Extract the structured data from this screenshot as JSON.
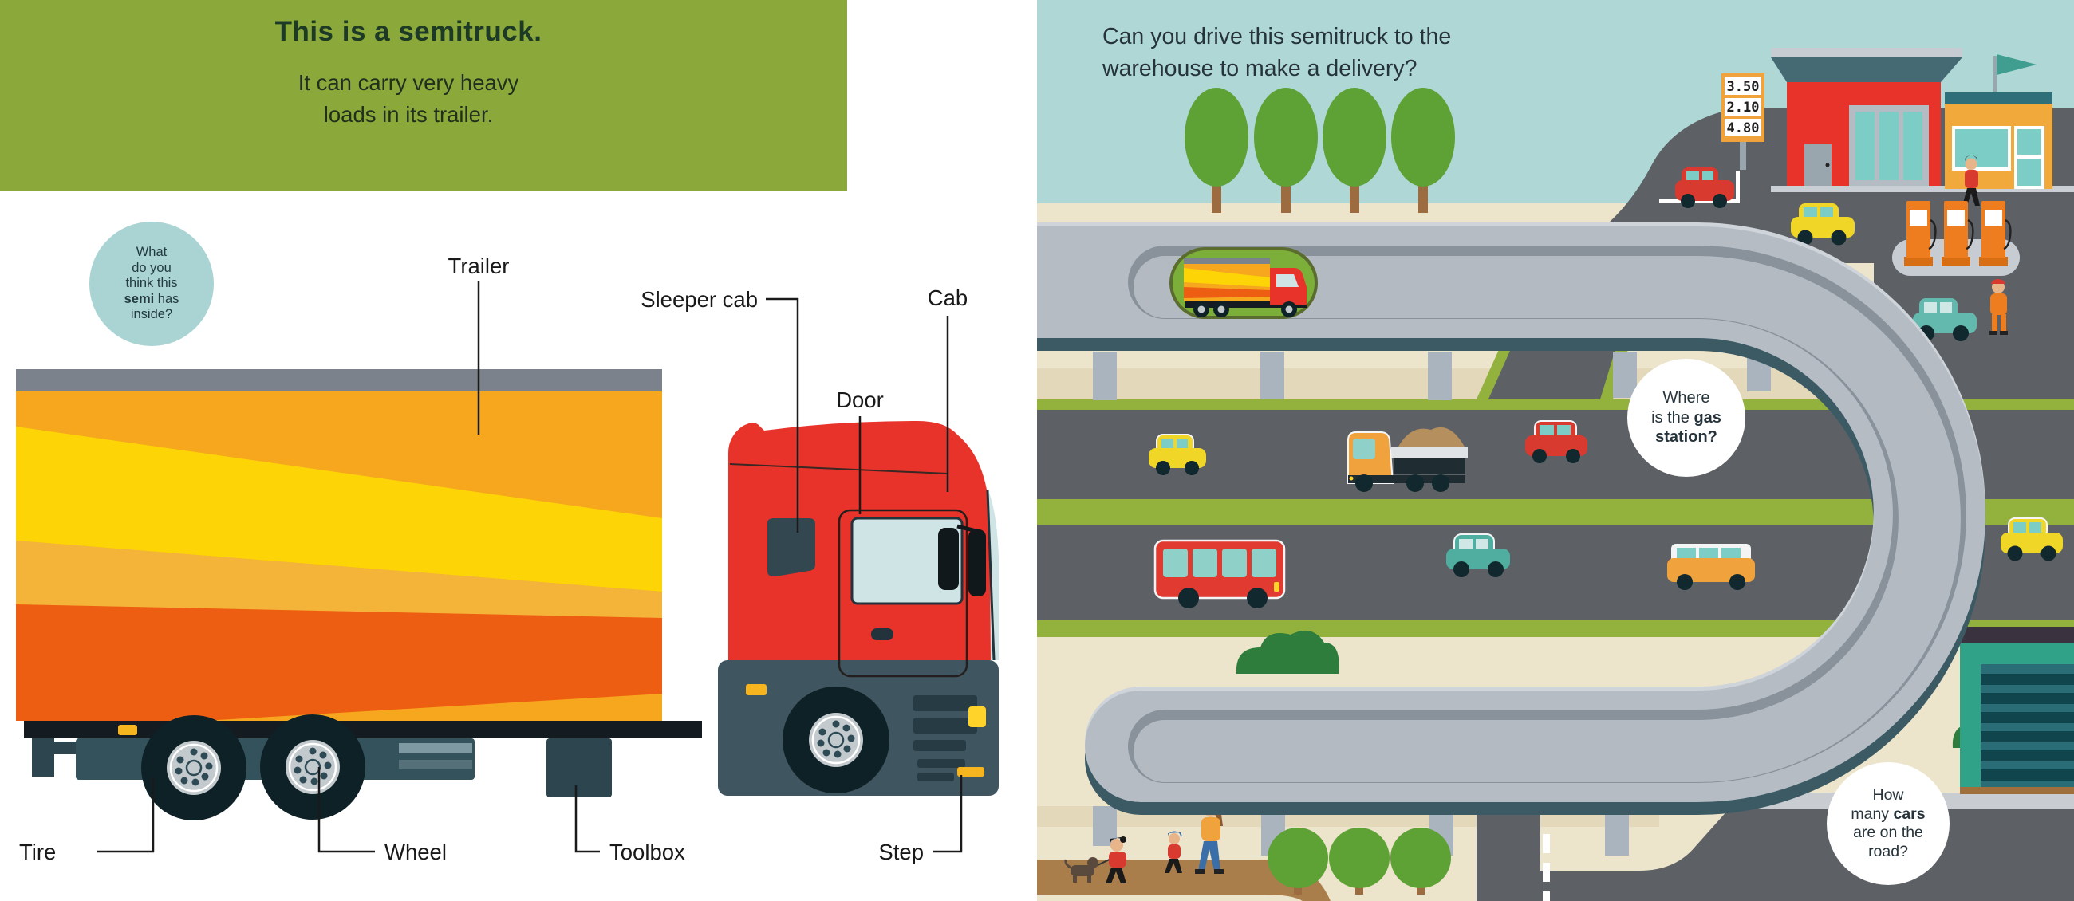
{
  "left_page": {
    "header": {
      "title": "This is a semitruck.",
      "subtitle_line1": "It can carry very heavy",
      "subtitle_line2": "loads in its trailer."
    },
    "bubble": {
      "l1": "What",
      "l2": "do you",
      "l3": "think this",
      "l4_bold": "semi",
      "l4_rest": " has",
      "l5": "inside?"
    },
    "labels": {
      "trailer": "Trailer",
      "sleeper_cab": "Sleeper cab",
      "cab": "Cab",
      "door": "Door",
      "tire": "Tire",
      "wheel": "Wheel",
      "toolbox": "Toolbox",
      "step": "Step"
    }
  },
  "right_page": {
    "question_line1": "Can you drive this semitruck to the",
    "question_line2": "warehouse to make a delivery?",
    "gas_sign": {
      "price1": "3.50",
      "price2": "2.10",
      "price3": "4.80"
    },
    "bubble_gas": {
      "l1": "Where",
      "l2_rest": "is the ",
      "l2_bold": "gas",
      "l3_bold": "station?"
    },
    "bubble_cars": {
      "l1": "How",
      "l2_rest": "many ",
      "l2_bold": "cars",
      "l3": "are on the",
      "l4": "road?"
    }
  },
  "colors": {
    "header_green": "#8ba93b",
    "grass_green": "#93b13d",
    "sky_teal": "#aed7d6",
    "bubble_blue": "#a9d4d3",
    "cream": "#ece4cb",
    "tan_shadow": "#e3d8ba",
    "asphalt": "#5d6166",
    "overpass_gray": "#b5bcc4",
    "overpass_edge_teal": "#3c5a64",
    "slot_rim": "#89929b",
    "slot_window_green": "#7cae3a",
    "trailer_orange": "#f6a71d",
    "stripe_yellow": "#fdd506",
    "stripe_deep_orange": "#ee5e12",
    "cab_red": "#e8332a",
    "window_light": "#cfe4e5",
    "chassis_dark": "#141c21",
    "station_red": "#e8332a",
    "station_orange": "#f2a93b",
    "window_teal": "#7ccdc5",
    "pump_orange": "#ee7d1f",
    "garage_green": "#30a287",
    "dirt_path": "#a97e4b",
    "tree_green": "#5ea135",
    "headlight_yellow": "#ffd32a"
  }
}
